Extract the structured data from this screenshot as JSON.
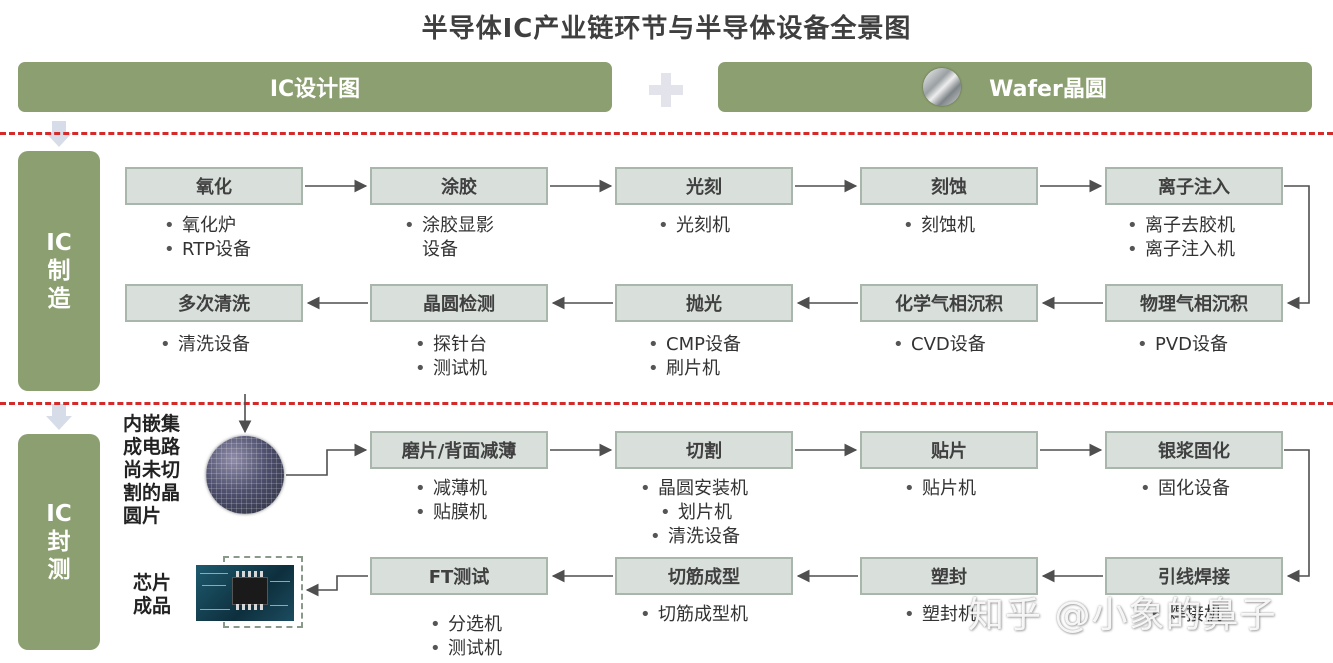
{
  "title": "半导体IC产业链环节与半导体设备全景图",
  "top": {
    "left_label": "IC设计图",
    "right_label": "Wafer晶圆"
  },
  "side": {
    "manufacturing": [
      "IC",
      "制",
      "造"
    ],
    "packaging": [
      "IC",
      "封",
      "测"
    ]
  },
  "manufacturing": {
    "row1": [
      {
        "label": "氧化",
        "equipment": [
          "氧化炉",
          "RTP设备"
        ]
      },
      {
        "label": "涂胶",
        "equipment": [
          "涂胶显影",
          "设备"
        ]
      },
      {
        "label": "光刻",
        "equipment": [
          "光刻机"
        ]
      },
      {
        "label": "刻蚀",
        "equipment": [
          "刻蚀机"
        ]
      },
      {
        "label": "离子注入",
        "equipment": [
          "离子去胶机",
          "离子注入机"
        ]
      }
    ],
    "row2": [
      {
        "label": "多次清洗",
        "equipment": [
          "清洗设备"
        ]
      },
      {
        "label": "晶圆检测",
        "equipment": [
          "探针台",
          "测试机"
        ]
      },
      {
        "label": "抛光",
        "equipment": [
          "CMP设备",
          "刷片机"
        ]
      },
      {
        "label": "化学气相沉积",
        "equipment": [
          "CVD设备"
        ]
      },
      {
        "label": "物理气相沉积",
        "equipment": [
          "PVD设备"
        ]
      }
    ]
  },
  "packaging": {
    "wafer_label": [
      "内嵌集",
      "成电路",
      "尚未切",
      "割的晶",
      "圆片"
    ],
    "chip_label": [
      "芯片",
      "成品"
    ],
    "row1": [
      {
        "label": "磨片/背面减薄",
        "equipment": [
          "减薄机",
          "贴膜机"
        ]
      },
      {
        "label": "切割",
        "equipment": [
          "晶圆安装机",
          "划片机",
          "清洗设备"
        ]
      },
      {
        "label": "贴片",
        "equipment": [
          "贴片机"
        ]
      },
      {
        "label": "银浆固化",
        "equipment": [
          "固化设备"
        ]
      }
    ],
    "row2": [
      {
        "label": "FT测试",
        "equipment": [
          "分选机",
          "测试机"
        ]
      },
      {
        "label": "切筋成型",
        "equipment": [
          "切筋成型机"
        ]
      },
      {
        "label": "塑封",
        "equipment": [
          "塑封机"
        ]
      },
      {
        "label": "引线焊接",
        "equipment": [
          "焊接机"
        ]
      }
    ]
  },
  "watermark": "知乎 @小象的鼻子",
  "colors": {
    "accent": "#8c9f70",
    "box_fill": "#d9dfdb",
    "box_border": "#a9b6ac",
    "dash": "#d42a2a"
  }
}
